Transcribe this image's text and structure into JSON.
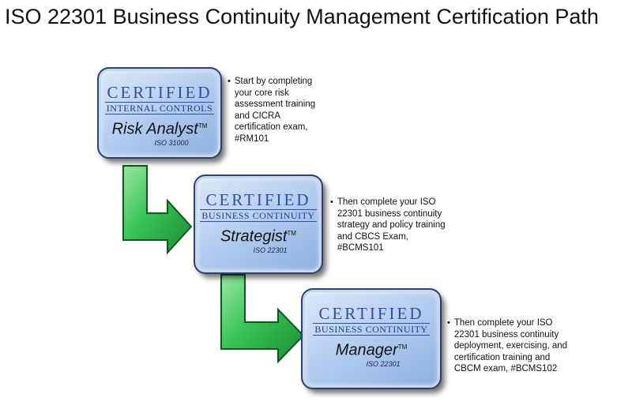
{
  "page": {
    "title": "ISO 22301 Business Continuity Management Certification Path"
  },
  "steps": [
    {
      "certified": "CERTIFIED",
      "area": "INTERNAL CONTROLS",
      "role": "Risk Analyst",
      "tm": "TM",
      "standard": "ISO 31000",
      "note": "Start by completing your core risk assessment training and CICRA certification exam, #RM101"
    },
    {
      "certified": "CERTIFIED",
      "area": "BUSINESS CONTINUITY",
      "role": "Strategist",
      "tm": "TM",
      "standard": "ISO 22301",
      "note": "Then complete your ISO 22301 business continuity strategy and policy training and CBCS Exam, #BCMS101"
    },
    {
      "certified": "CERTIFIED",
      "area": "BUSINESS CONTINUITY",
      "role": "Manager",
      "tm": "TM",
      "standard": "ISO 22301",
      "note": "Then complete your ISO 22301 business continuity deployment, exercising, and certification training and CBCM exam, #BCMS102"
    }
  ],
  "colors": {
    "arrow_fill": "#2fb34a",
    "arrow_stroke": "#0e5a1c",
    "badge_text": "#17357d"
  },
  "icons": {
    "connector": "green-elbow-arrow-icon"
  }
}
